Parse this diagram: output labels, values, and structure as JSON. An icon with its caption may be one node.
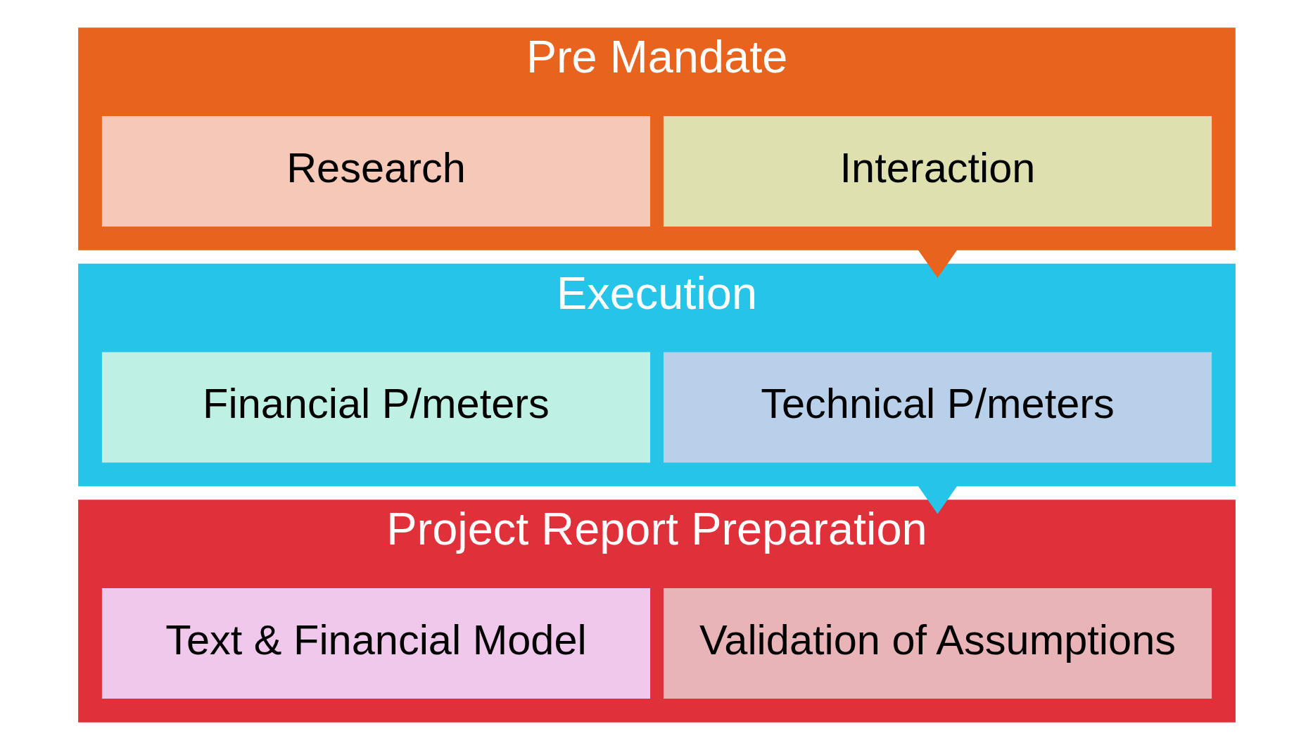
{
  "diagram": {
    "nodes": [
      {
        "text": [
          "Pre Mandate"
        ]
      },
      {
        "text": [
          "Interaction"
        ],
        "in": 0
      },
      {
        "text": [
          "Research"
        ],
        "in": 0
      },
      {
        "text": [
          "Execution"
        ]
      },
      {
        "text": [
          "Technical P/meters"
        ],
        "in": 3
      },
      {
        "text": [
          "Financial P/meters"
        ],
        "in": 3
      },
      {
        "text": [
          "Project Report Preparation"
        ]
      },
      {
        "text": [
          "Validation of Assumptions"
        ],
        "in": 6
      },
      {
        "text": [
          "Text & Financial Model"
        ],
        "in": 6
      }
    ],
    "edges": [
      {
        "from": 0,
        "to": 3,
        "arrow": "to",
        "style": "thick",
        "color": "#e8641e"
      },
      {
        "from": 3,
        "to": 6,
        "arrow": "to",
        "style": "thick",
        "color": "#25c4e8"
      }
    ]
  }
}
